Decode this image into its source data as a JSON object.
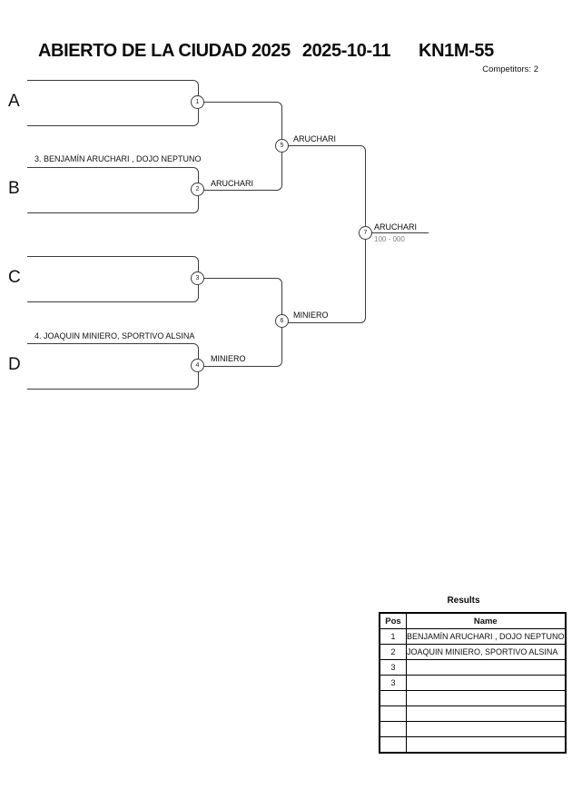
{
  "header": {
    "tournament": "ABIERTO DE LA CIUDAD 2025",
    "date": "2025-10-11",
    "category": "KN1M-55",
    "competitors_label": "Competitors: 2"
  },
  "bracket": {
    "slots": [
      {
        "letter": "A",
        "seed": ""
      },
      {
        "letter": "B",
        "seed": "3. BENJAMÍN ARUCHARI , DOJO NEPTUNO"
      },
      {
        "letter": "C",
        "seed": ""
      },
      {
        "letter": "D",
        "seed": "4. JOAQUIN MINIERO, SPORTIVO ALSINA"
      }
    ],
    "matches": [
      {
        "number": "1",
        "winner": ""
      },
      {
        "number": "2",
        "winner": "ARUCHARI"
      },
      {
        "number": "3",
        "winner": ""
      },
      {
        "number": "4",
        "winner": "MINIERO"
      },
      {
        "number": "5",
        "winner": "ARUCHARI"
      },
      {
        "number": "6",
        "winner": "MINIERO"
      },
      {
        "number": "7",
        "winner": "ARUCHARI",
        "score": "100 - 000"
      }
    ]
  },
  "results": {
    "title": "Results",
    "columns": {
      "pos": "Pos",
      "name": "Name"
    },
    "rows": [
      {
        "pos": "1",
        "name": "BENJAMÍN ARUCHARI , DOJO NEPTUNO"
      },
      {
        "pos": "2",
        "name": "JOAQUIN MINIERO, SPORTIVO ALSINA"
      },
      {
        "pos": "3",
        "name": ""
      },
      {
        "pos": "3",
        "name": ""
      },
      {
        "pos": "",
        "name": ""
      },
      {
        "pos": "",
        "name": ""
      },
      {
        "pos": "",
        "name": ""
      },
      {
        "pos": "",
        "name": ""
      }
    ]
  },
  "colors": {
    "line": "#3c3c3c",
    "score_gray": "#828289"
  }
}
